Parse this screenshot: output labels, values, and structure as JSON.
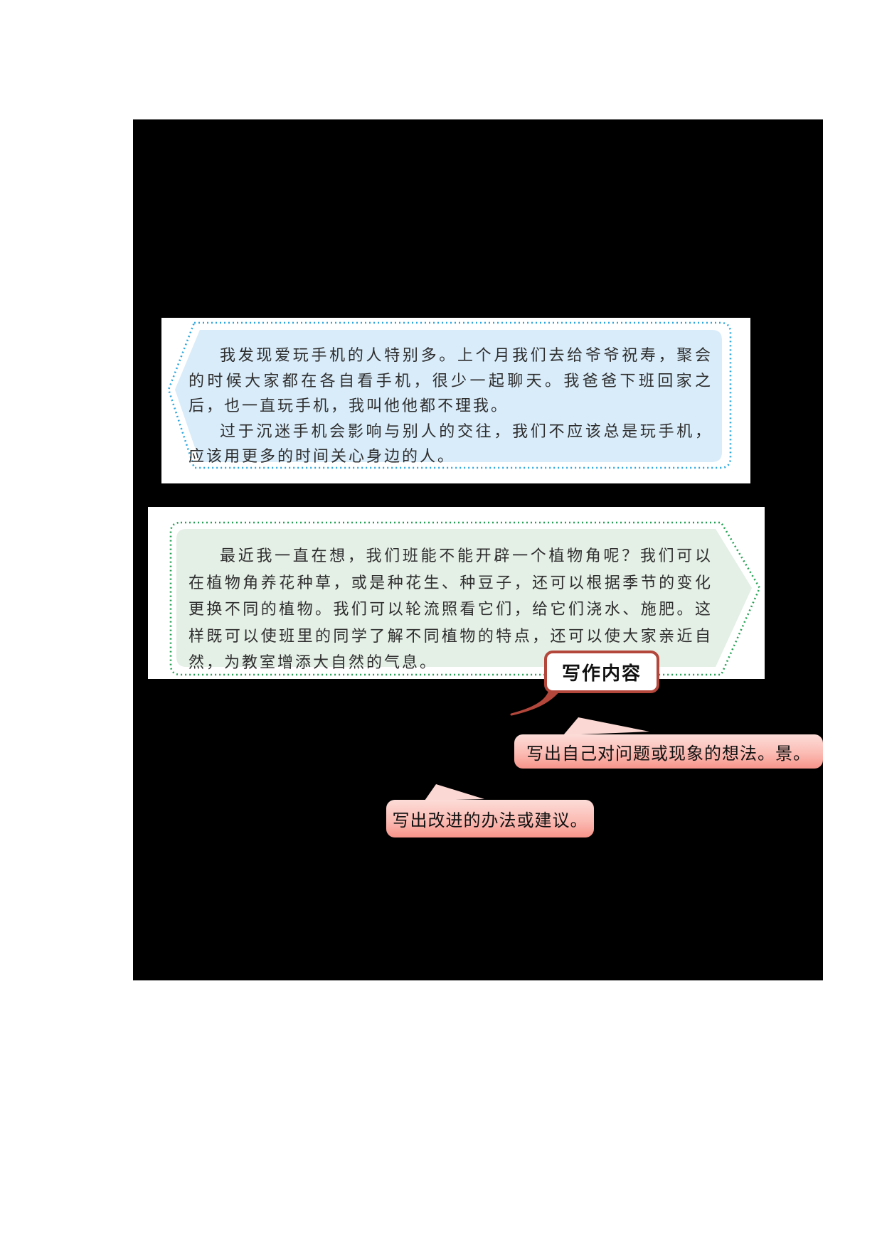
{
  "page": {
    "background_color": "#000000",
    "paper_color": "#ffffff"
  },
  "blue_panel": {
    "shape": "banner-arrow-left",
    "fill_color": "#d9ecfa",
    "dotted_border_color": "#2aa7de",
    "paragraphs": [
      "我发现爱玩手机的人特别多。上个月我们去给爷爷祝寿，聚会的时候大家都在各自看手机，很少一起聊天。我爸爸下班回家之后，也一直玩手机，我叫他他都不理我。",
      "过于沉迷手机会影响与别人的交往，我们不应该总是玩手机，应该用更多的时间关心身边的人。"
    ]
  },
  "green_panel": {
    "shape": "banner-arrow-right",
    "fill_color": "#e4efe6",
    "dotted_border_color": "#23a053",
    "paragraphs": [
      "最近我一直在想，我们班能不能开辟一个植物角呢？我们可以在植物角养花种草，或是种花生、种豆子，还可以根据季节的变化更换不同的植物。我们可以轮流照看它们，给它们浇水、施肥。这样既可以使班里的同学了解不同植物的特点，还可以使大家亲近自然，为教室增添大自然的气息。"
    ]
  },
  "callout": {
    "label": "写作内容",
    "border_color": "#b3473c"
  },
  "notes": [
    {
      "text": "写出自己对问题或现象的想法。景。"
    },
    {
      "text": "写出改进的办法或建议。"
    }
  ],
  "note_style": {
    "gradient_top": "#fcdcd8",
    "gradient_bottom": "#f7948a"
  }
}
